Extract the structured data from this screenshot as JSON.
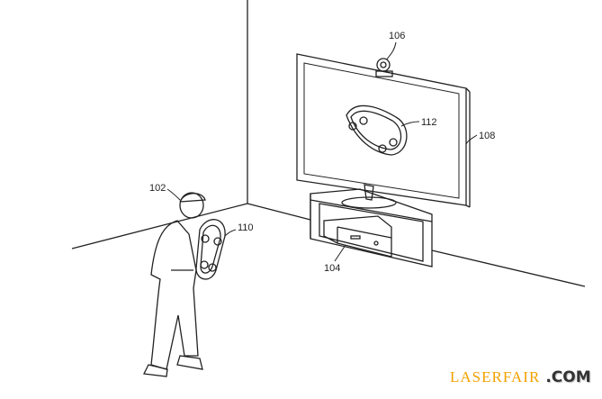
{
  "labels": {
    "user": "102",
    "console": "104",
    "camera": "106",
    "display": "108",
    "controller": "110",
    "onscreen_object": "112"
  },
  "watermark": {
    "brand": "LASERFAIR",
    "suffix": ".COM"
  }
}
